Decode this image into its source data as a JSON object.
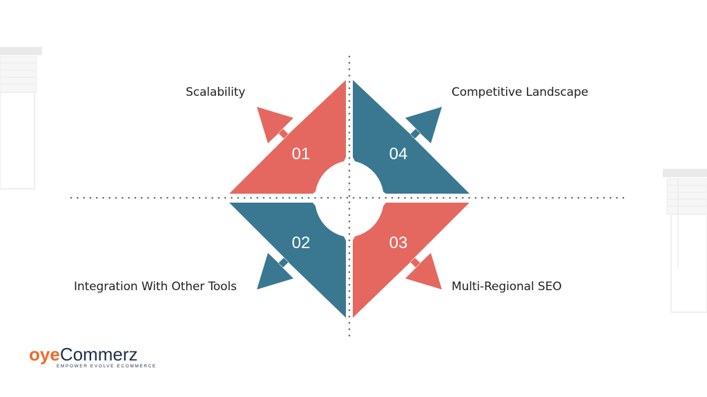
{
  "quadrants": [
    {
      "number": "01",
      "label": "Scalability",
      "color": "#e4685f"
    },
    {
      "number": "04",
      "label": "Competitive Landscape",
      "color": "#3a7891"
    },
    {
      "number": "02",
      "label": "Integration With Other Tools",
      "color": "#3a7891"
    },
    {
      "number": "03",
      "label": "Multi-Regional SEO",
      "color": "#e4685f"
    }
  ],
  "logo": {
    "brand_accent": "oye",
    "brand_main": "Commerz",
    "tagline": "EMPOWER EVOLVE ECOMMERCE",
    "accent_color": "#ef6a2a",
    "main_color": "#1f2f4a"
  }
}
